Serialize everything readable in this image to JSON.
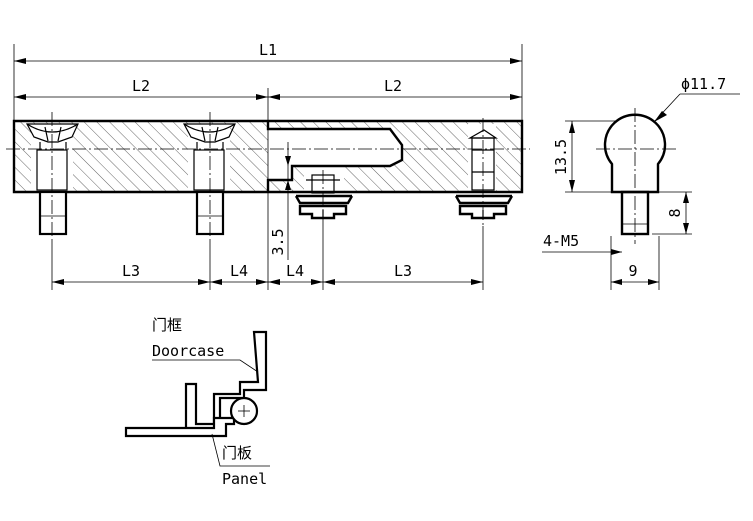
{
  "dimensions": {
    "l1": "L1",
    "l2_left": "L2",
    "l2_right": "L2",
    "l3_left": "L3",
    "l4_left": "L4",
    "l4_right": "L4",
    "l3_right": "L3",
    "offset_vertical": "3.5",
    "diameter": "ϕ11.7",
    "height": "13.5",
    "stud_length": "8",
    "thread": "4-M5",
    "stud_spacing": "9"
  },
  "install": {
    "doorcase_cn": "门框",
    "doorcase_en": "Doorcase",
    "panel_cn": "门板",
    "panel_en": "Panel"
  }
}
